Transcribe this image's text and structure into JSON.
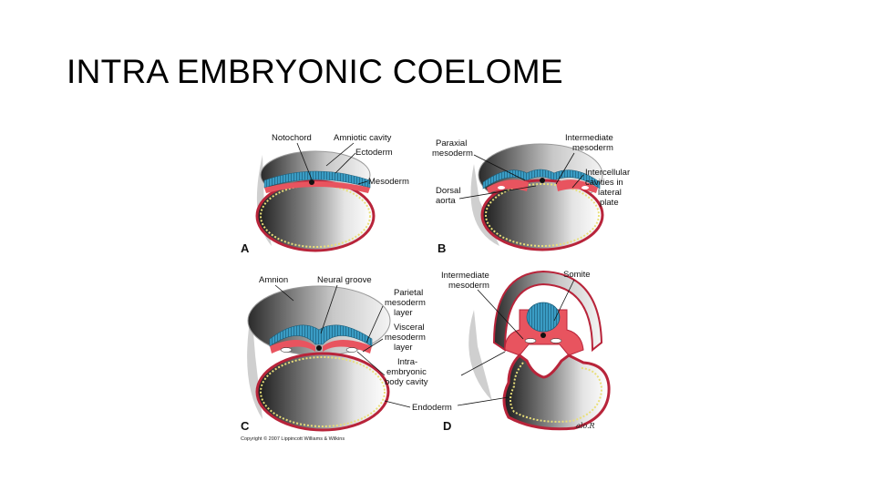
{
  "slide": {
    "title": "INTRA EMBRYONIC COELOME"
  },
  "figure": {
    "panels": [
      "A",
      "B",
      "C",
      "D"
    ],
    "labels": {
      "a_notochord": "Notochord",
      "a_amniotic": "Amniotic cavity",
      "a_ectoderm": "Ectoderm",
      "a_mesoderm": "Mesoderm",
      "b_paraxial": [
        "Paraxial",
        "mesoderm"
      ],
      "b_intermediate": [
        "Intermediate",
        "mesoderm"
      ],
      "b_intercellular": [
        "Intercellular",
        "cavities in",
        "lateral",
        "plate"
      ],
      "b_dorsal": [
        "Dorsal",
        "aorta"
      ],
      "c_amnion": "Amnion",
      "c_neural": "Neural groove",
      "c_parietal": [
        "Parietal",
        "mesoderm",
        "layer"
      ],
      "c_visceral": [
        "Visceral",
        "mesoderm",
        "layer"
      ],
      "c_intra": [
        "Intra-",
        "embryonic",
        "body cavity"
      ],
      "c_endoderm": "Endoderm",
      "d_intermediate": [
        "Intermediate",
        "mesoderm"
      ],
      "d_somite": "Somite"
    },
    "copyright": "Copyright © 2007 Lippincott Williams & Wilkins",
    "signature": "alo.R",
    "colors": {
      "ectoderm": "#3a9cc4",
      "mesoderm": "#e8545f",
      "endoderm": "#e9df7a",
      "outline": "#b8243a",
      "amnion": "#bdbdbd"
    }
  }
}
